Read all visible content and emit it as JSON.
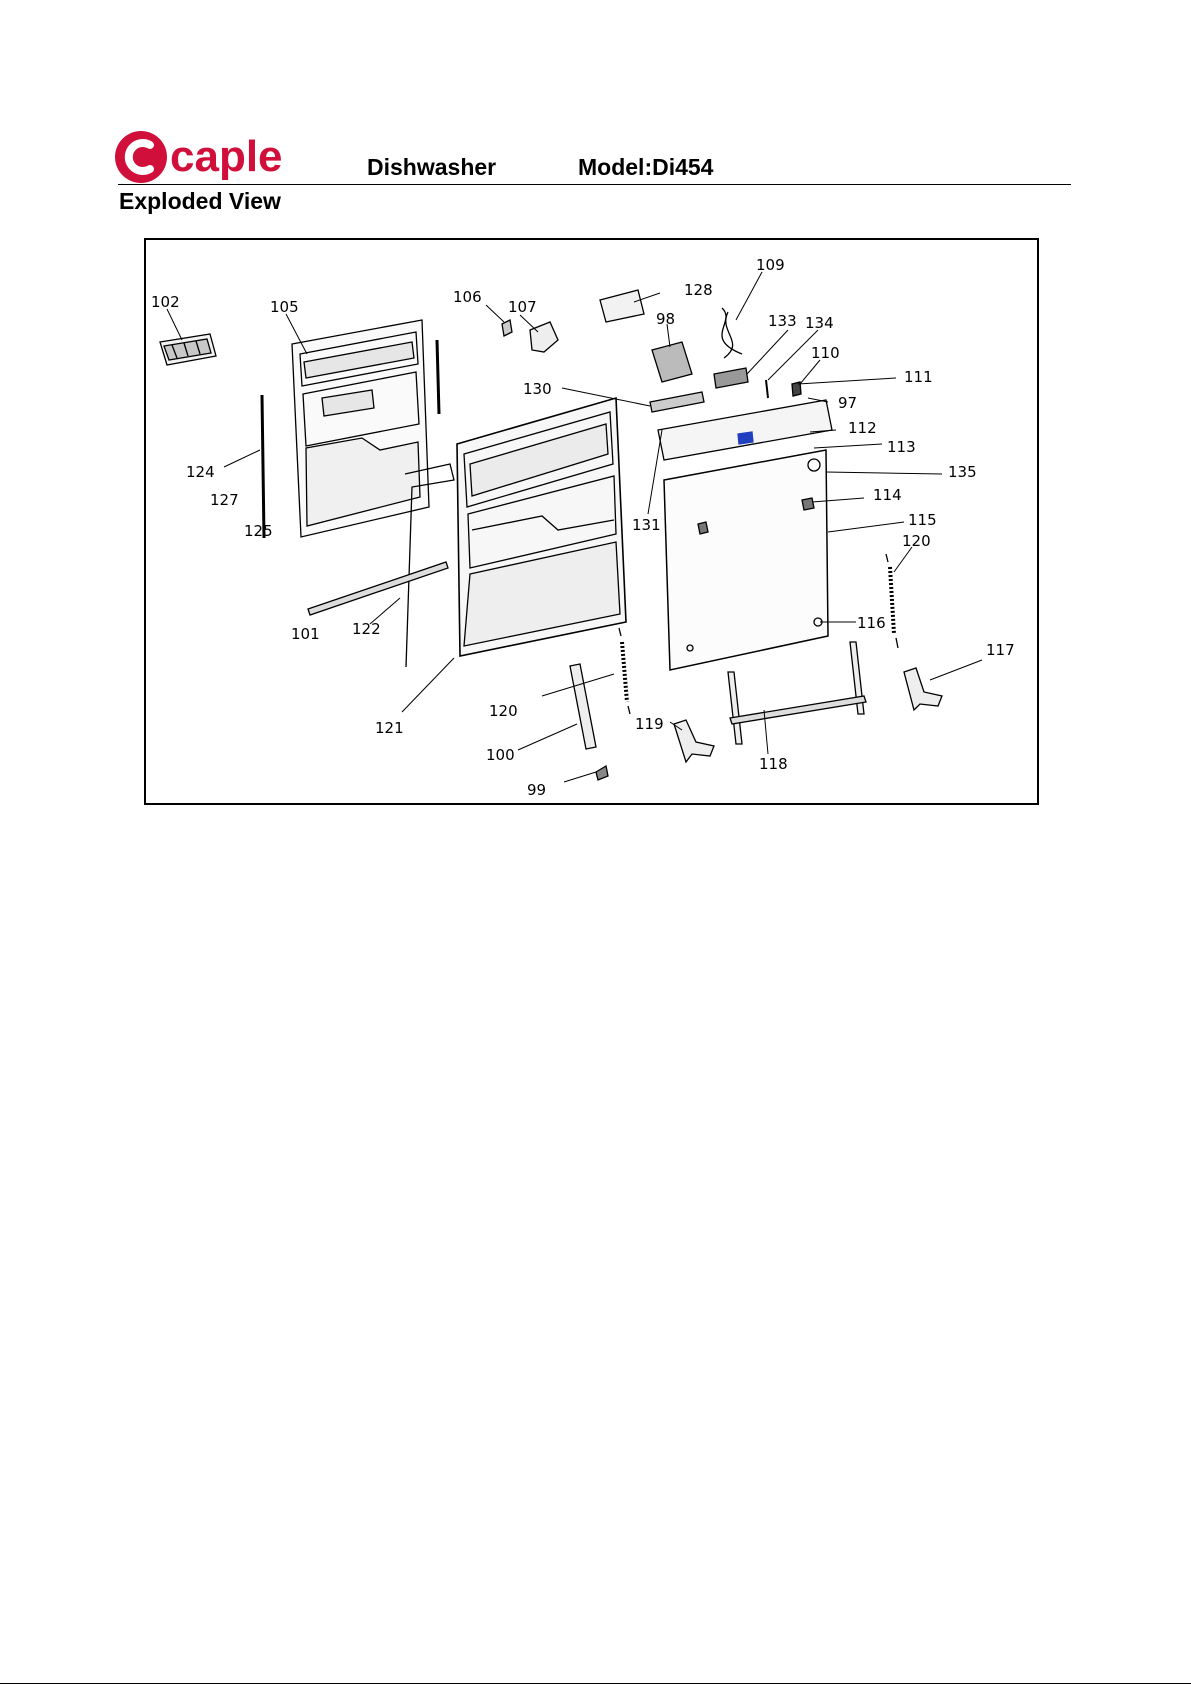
{
  "header": {
    "brand": "caple",
    "product": "Dishwasher",
    "model": "Model:Di454",
    "section": "Exploded View"
  },
  "colors": {
    "brand_red": "#d0103a",
    "accent_blue": "#2040c0"
  },
  "callouts": {
    "c97": "97",
    "c98": "98",
    "c99": "99",
    "c100": "100",
    "c101": "101",
    "c102": "102",
    "c105": "105",
    "c106": "106",
    "c107": "107",
    "c109": "109",
    "c110": "110",
    "c111": "111",
    "c112": "112",
    "c113": "113",
    "c114": "114",
    "c115": "115",
    "c116": "116",
    "c117": "117",
    "c118": "118",
    "c119": "119",
    "c120a": "120",
    "c120b": "120",
    "c121": "121",
    "c122": "122",
    "c124": "124",
    "c125": "125",
    "c127": "127",
    "c128": "128",
    "c130": "130",
    "c131": "131",
    "c133": "133",
    "c134": "134",
    "c135": "135"
  }
}
